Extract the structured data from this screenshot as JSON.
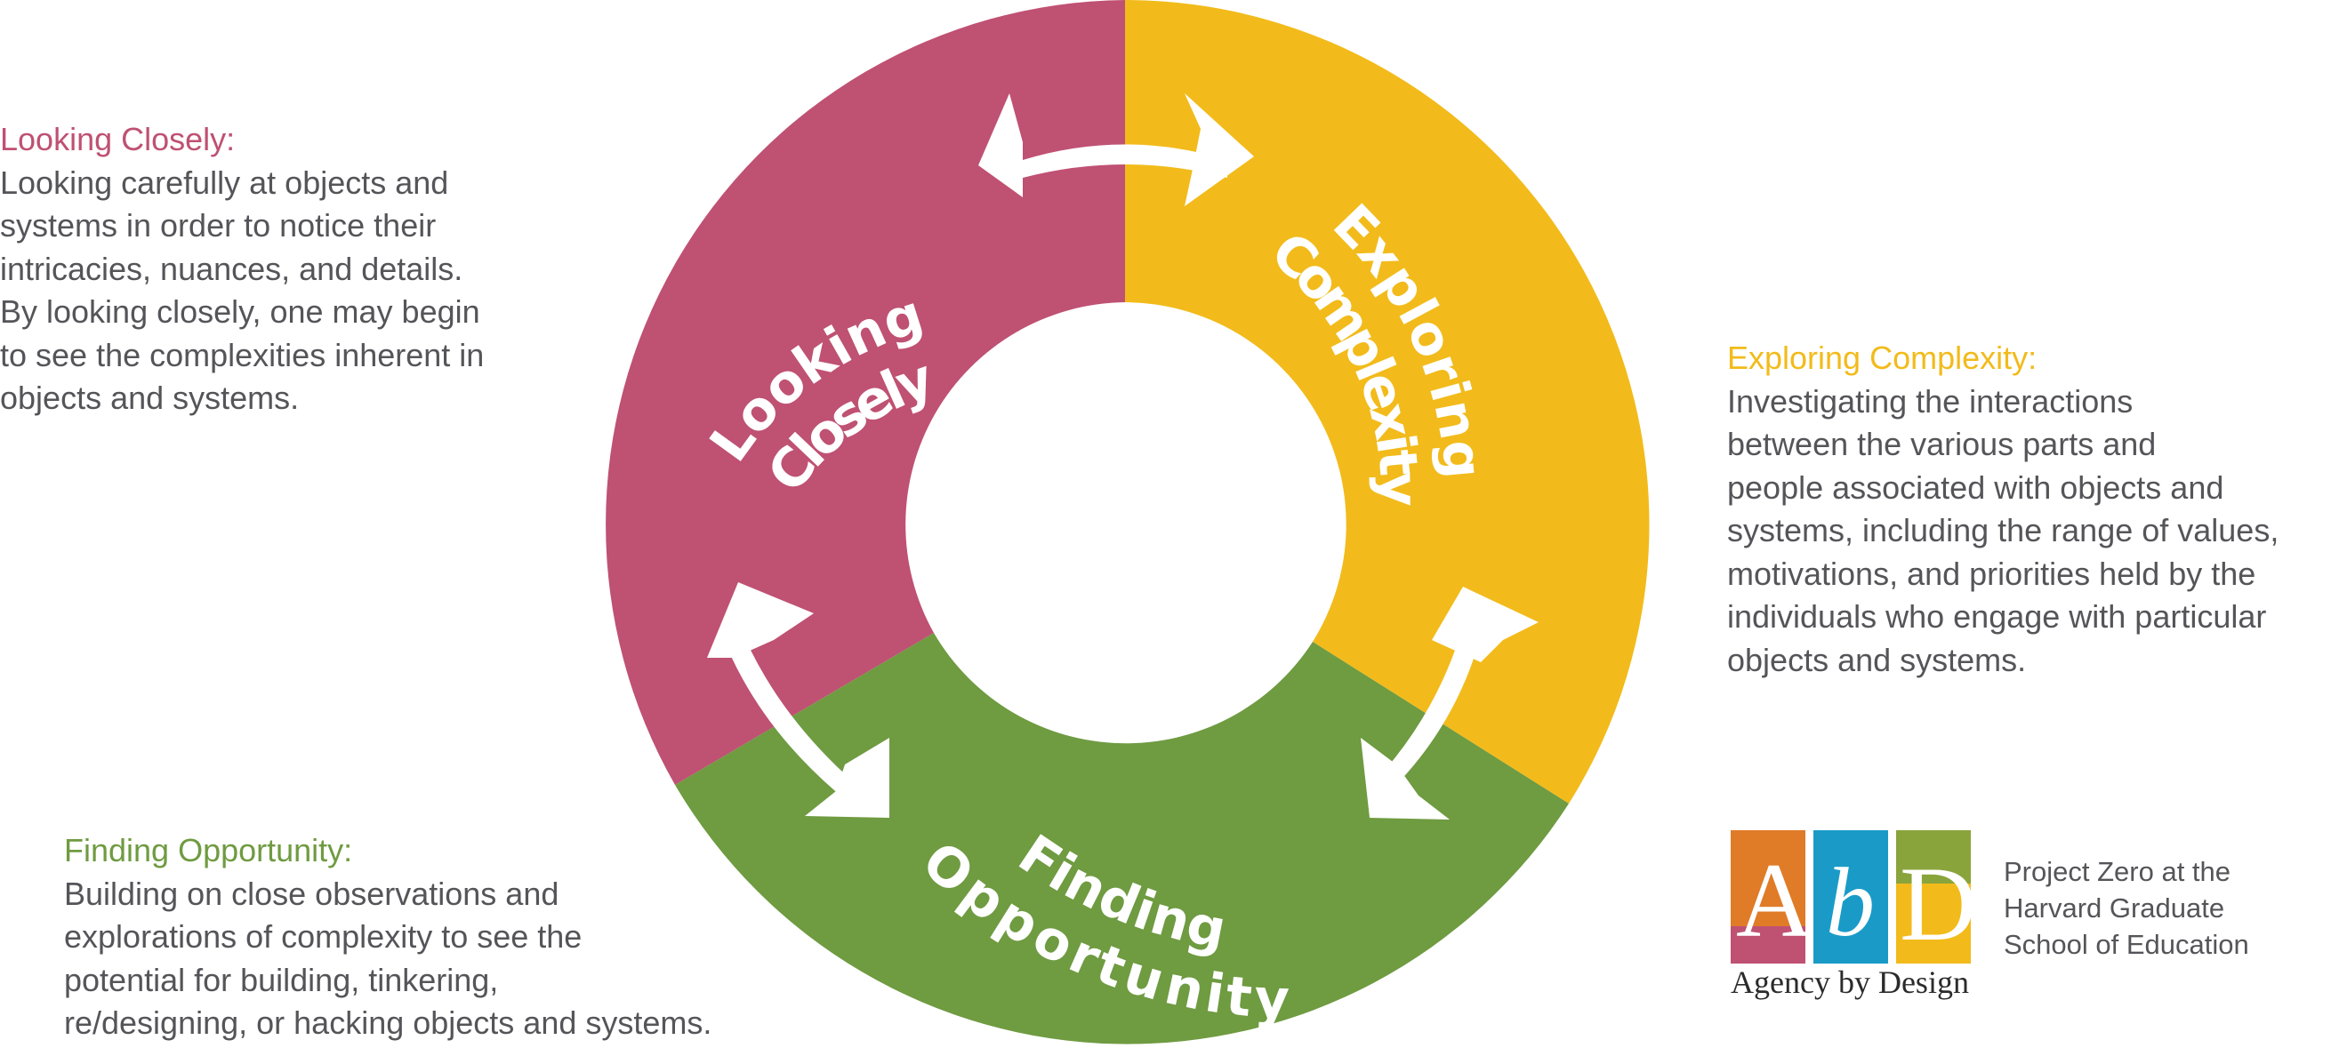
{
  "colors": {
    "looking": "#bf5173",
    "exploring": "#f2bb1b",
    "finding": "#6f9b41",
    "text": "#555559",
    "logo_orange": "#e07b28",
    "logo_blue": "#1a9bc7",
    "logo_green": "#8aa43c",
    "logo_pink": "#bf5173"
  },
  "diagram": {
    "segments": [
      {
        "id": "looking",
        "label_lines": [
          "Looking",
          "Closely"
        ]
      },
      {
        "id": "exploring",
        "label_lines": [
          "Exploring",
          "Complexity"
        ]
      },
      {
        "id": "finding",
        "label_lines": [
          "Finding",
          "Opportunity"
        ]
      }
    ],
    "arrow_icon": "double-headed-arrow-icon"
  },
  "descriptions": {
    "looking": {
      "title": "Looking Closely:",
      "lines": [
        "Looking carefully at objects and",
        "systems in order to notice their",
        "intricacies, nuances, and details.",
        "By looking closely, one may begin",
        "to see the complexities inherent in",
        "objects and systems."
      ]
    },
    "exploring": {
      "title": "Exploring Complexity:",
      "lines": [
        "Investigating the interactions",
        "between the various parts and",
        "people associated with objects and",
        "systems, including the range of values,",
        "motivations, and priorities held by the",
        "individuals who engage with particular",
        "objects and systems."
      ]
    },
    "finding": {
      "title": "Finding Opportunity:",
      "lines": [
        "Building on close observations and",
        "explorations of complexity to see the",
        "potential for building, tinkering,",
        "re/designing, or hacking objects and systems."
      ]
    }
  },
  "logo": {
    "letters": [
      "A",
      "b",
      "D"
    ],
    "caption": "Agency by Design",
    "icon": "agency-by-design-logo"
  },
  "org": {
    "lines": [
      "Project Zero at the",
      "Harvard Graduate",
      "School of Education"
    ]
  }
}
